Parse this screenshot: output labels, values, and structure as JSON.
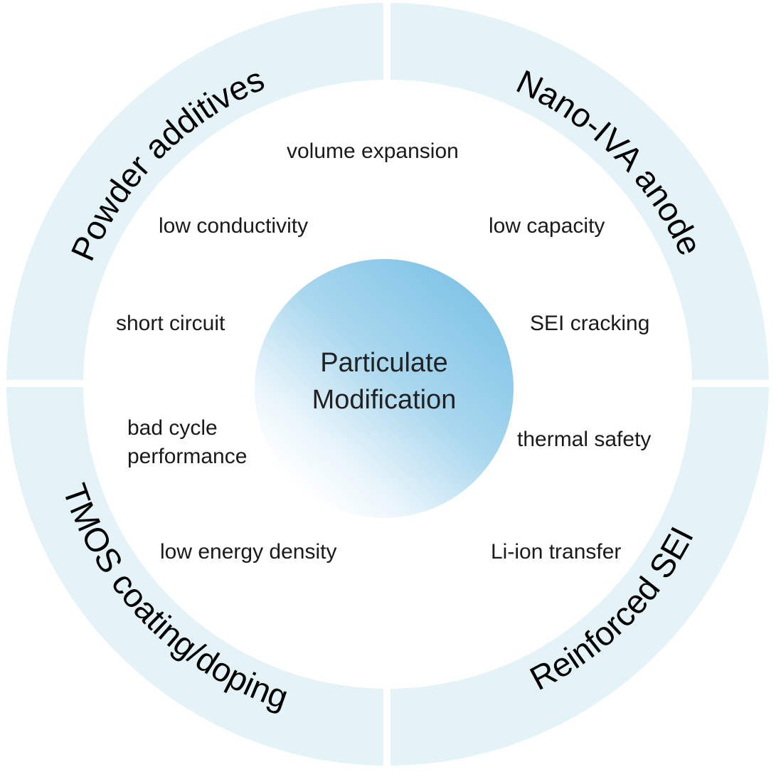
{
  "center": {
    "line1": "Particulate",
    "line2": "Modification"
  },
  "ring_segments": {
    "powder_additives": "Powder additives",
    "nano_iva_anode": "Nano-IVA anode",
    "tmos_coating_doping": "TMOS coating/doping",
    "reinforced_sei": "Reinforced SEI"
  },
  "issues": {
    "volume_expansion": "volume expansion",
    "low_conductivity": "low conductivity",
    "low_capacity": "low capacity",
    "short_circuit": "short circuit",
    "sei_cracking": "SEI cracking",
    "bad_cycle_line1": "bad cycle",
    "bad_cycle_line2": "performance",
    "thermal_safety": "thermal safety",
    "low_energy_density": "low energy density",
    "li_ion_transfer": "Li-ion transfer"
  },
  "colors": {
    "ring_fill": "#e4f3f7",
    "center_blue": "#7fc3e6",
    "center_light": "#ffffff"
  }
}
